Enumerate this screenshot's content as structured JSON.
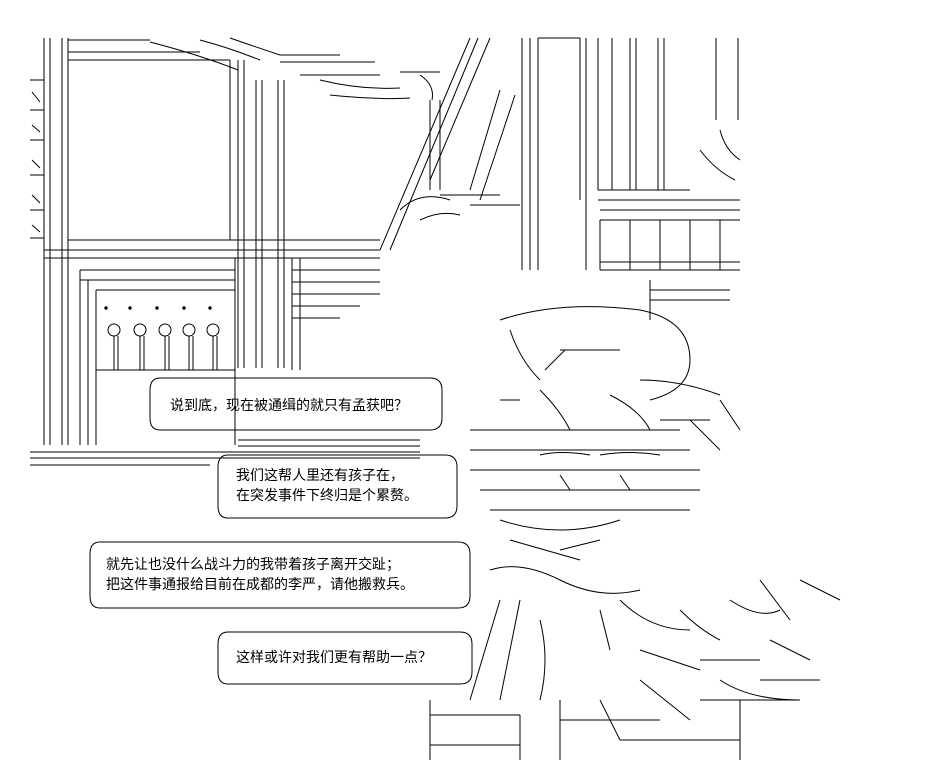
{
  "bubbles": [
    {
      "id": "b1",
      "lines": [
        "说到底，现在被通缉的就只有孟获吧？"
      ]
    },
    {
      "id": "b2",
      "lines": [
        "我们这帮人里还有孩子在，",
        "在突发事件下终归是个累赘。"
      ]
    },
    {
      "id": "b3",
      "lines": [
        "就先让也没什么战斗力的我带着孩子离开交趾；",
        "把这件事通报给目前在成都的李严，请他搬救兵。"
      ]
    },
    {
      "id": "b4",
      "lines": [
        "这样或许对我们更有帮助一点？"
      ]
    }
  ]
}
